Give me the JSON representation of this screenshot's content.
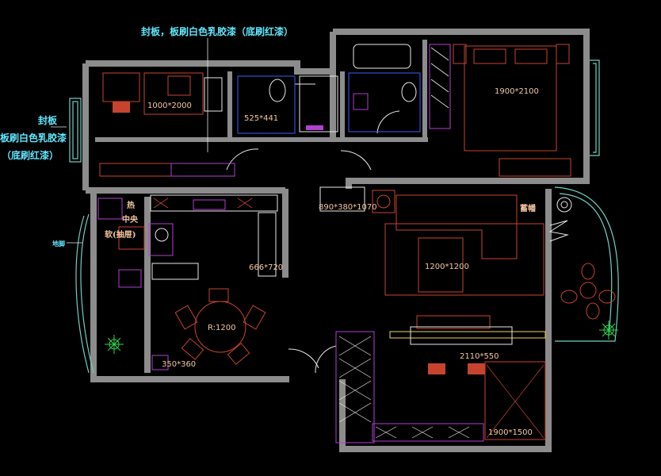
{
  "colors": {
    "background": "#000000",
    "wall": "#8c8c8c",
    "furniture": "#c8432e",
    "dimension_text": "#f4c6a0",
    "annotation_cyan": "#5fe8ff",
    "fixture_blue": "#3a5bff",
    "fixture_purple": "#b040d0",
    "plant_green": "#2bd94a",
    "window_teal": "#6fd1c0",
    "white_line": "#e8e8e8"
  },
  "annotations": {
    "top_note": "封板，板刷白色乳胶漆（底刷红漆）",
    "left_note_line1": "封板",
    "left_note_line2": "板刷白色乳胶漆",
    "left_note_line3": "（底刷红漆）",
    "left_small_note": "地脚"
  },
  "dimensions": {
    "study_bed": "1000*2000",
    "bath_small": "525*441",
    "master_bed": "1900*2100",
    "entry_cabinet": "890*380*1070",
    "sofa_table": "1200*1200",
    "kitchen_counter": "666*720",
    "dining_table": "R:1200",
    "side_unit": "350*360",
    "tv_unit": "2110*550",
    "bottom_bed": "1900*1500"
  },
  "kitchen_labels": {
    "label_a": "热",
    "label_b": "中央",
    "label_c": "软(抽屉)"
  },
  "balcony_label": "蓄幡"
}
